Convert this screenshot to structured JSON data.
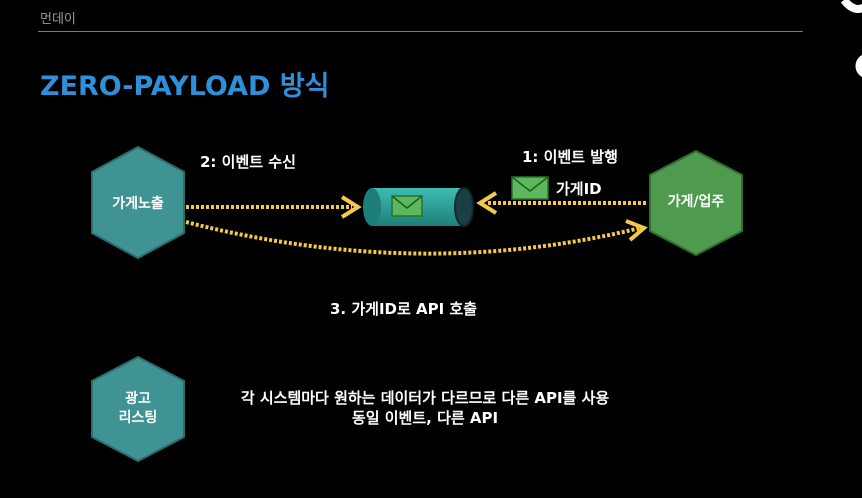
{
  "brand": "먼데이",
  "title": "ZERO-PAYLOAD 방식",
  "nodes": {
    "consumer": "가게노출",
    "producer": "가게/업주",
    "ad_line1": "광고",
    "ad_line2": "리스팅"
  },
  "labels": {
    "receive": "2: 이벤트 수신",
    "publish": "1: 이벤트 발행",
    "store_id": "가게ID",
    "api_call": "3. 가게ID로 API 호출"
  },
  "note": {
    "line1": "각 시스템마다 원하는 데이터가 다르므로 다른 API를 사용",
    "line2": "동일 이벤트, 다른 API"
  },
  "colors": {
    "title": "#2f8fd8",
    "hex_teal": "#3f9393",
    "hex_green": "#4e9a4e",
    "arrow": "#f2c94c",
    "envelope": "#5cb85c",
    "queue": "#2aa198"
  }
}
